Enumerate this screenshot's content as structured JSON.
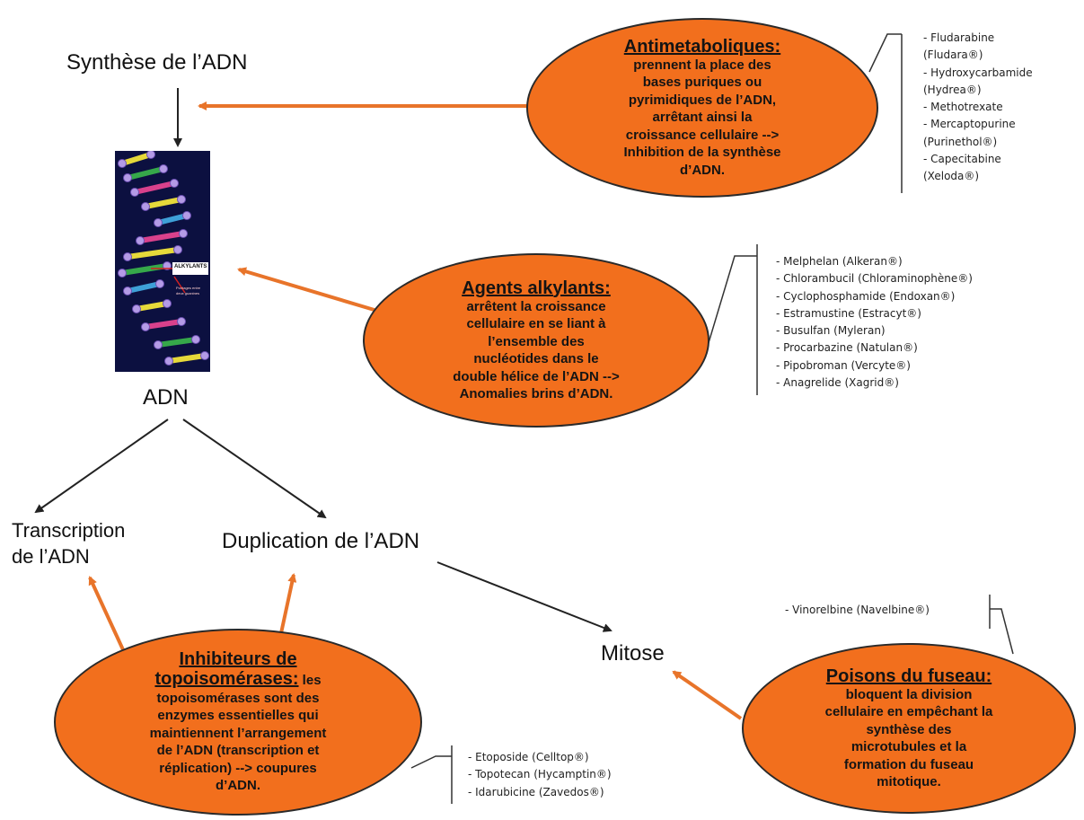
{
  "labels": {
    "synthese": "Synthèse de l’ADN",
    "adn": "ADN",
    "transcription_line1": "Transcription",
    "transcription_line2": "de l’ADN",
    "duplication": "Duplication de l’ADN",
    "mitose": "Mitose"
  },
  "dna_image": {
    "tag": "ALKYLANTS",
    "caption": "Pontages entre deux guanines"
  },
  "antimetaboliques": {
    "title": "Antimetaboliques:",
    "text": [
      "prennent la place des",
      "bases puriques ou",
      "pyrimidiques de l’ADN,",
      "arrêtant ainsi la",
      "croissance cellulaire -->",
      "Inhibition de la synthèse",
      "d’ADN."
    ],
    "drugs": [
      "- Fludarabine",
      "(Fludara®)",
      "- Hydroxycarbamide",
      "(Hydrea®)",
      "- Methotrexate",
      "- Mercaptopurine",
      "(Purinethol®)",
      "- Capecitabine",
      "(Xeloda®)"
    ]
  },
  "alkylants": {
    "title": "Agents alkylants:",
    "text": [
      "arrêtent la croissance",
      "cellulaire en se liant à",
      "l’ensemble des",
      "nucléotides dans le",
      "double hélice de l’ADN -->",
      "Anomalies brins d’ADN."
    ],
    "drugs": [
      "- Melphelan (Alkeran®)",
      "- Chlorambucil (Chloraminophène®)",
      "- Cyclophosphamide (Endoxan®)",
      "- Estramustine (Estracyt®)",
      "- Busulfan (Myleran)",
      "- Procarbazine (Natulan®)",
      "- Pipobroman (Vercyte®)",
      "- Anagrelide (Xagrid®)"
    ]
  },
  "topoisomerases": {
    "title": "Inhibiteurs de",
    "title2": "topoisomérases:",
    "title2_suffix": " les",
    "text": [
      "topoisomérases sont des",
      "enzymes essentielles qui",
      "maintiennent l’arrangement",
      "de l’ADN (transcription et",
      "réplication) --> coupures",
      "d’ADN."
    ],
    "drugs": [
      "- Etoposide (Celltop®)",
      "- Topotecan (Hycamptin®)",
      "- Idarubicine (Zavedos®)"
    ]
  },
  "fuseau": {
    "title": "Poisons du fuseau:",
    "text": [
      "bloquent la division",
      "cellulaire en empêchant la",
      "synthèse des",
      "microtubules et la",
      "formation du fuseau",
      "mitotique."
    ],
    "drugs": [
      "- Vinorelbine (Navelbine®)"
    ]
  },
  "colors": {
    "ellipse_fill": "#f26f1d",
    "orange_arrow": "#e8742a",
    "black_arrow": "#222222",
    "dna_background": "#0c1040"
  }
}
